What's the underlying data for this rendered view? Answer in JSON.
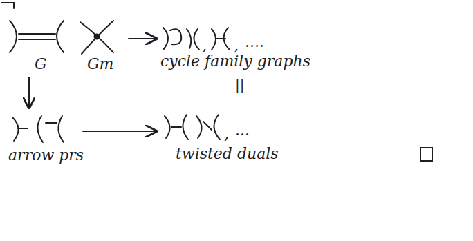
{
  "diagram": {
    "labels": [
      "G",
      "Gm",
      ",",
      ",",
      "....",
      "cycle family graphs",
      "||",
      "arrow prs",
      ",",
      "...",
      "twisted duals"
    ]
  }
}
